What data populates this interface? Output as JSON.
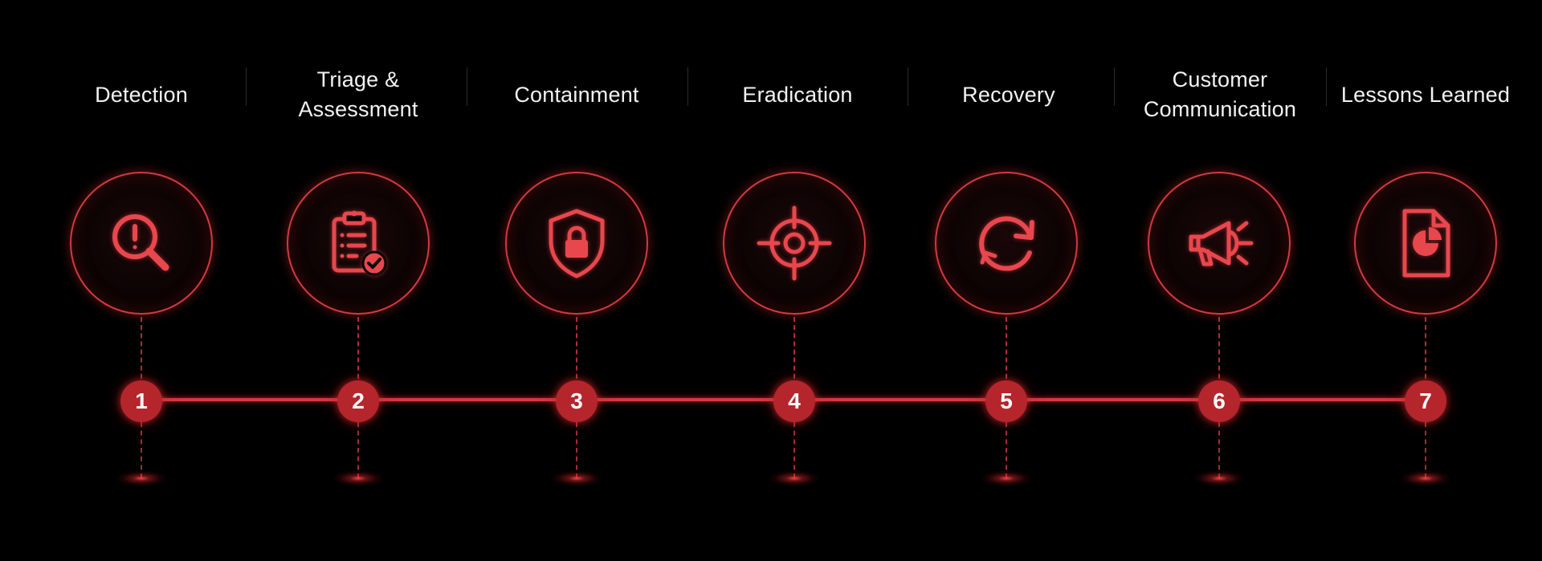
{
  "accent_color": "#d33a40",
  "stages": [
    {
      "number": "1",
      "label": "Detection",
      "icon": "magnifier-alert-icon"
    },
    {
      "number": "2",
      "label": "Triage & Assessment",
      "icon": "clipboard-check-icon"
    },
    {
      "number": "3",
      "label": "Containment",
      "icon": "shield-lock-icon"
    },
    {
      "number": "4",
      "label": "Eradication",
      "icon": "crosshair-icon"
    },
    {
      "number": "5",
      "label": "Recovery",
      "icon": "refresh-icon"
    },
    {
      "number": "6",
      "label": "Customer Communication",
      "icon": "megaphone-icon"
    },
    {
      "number": "7",
      "label": "Lessons Learned",
      "icon": "report-chart-icon"
    }
  ]
}
